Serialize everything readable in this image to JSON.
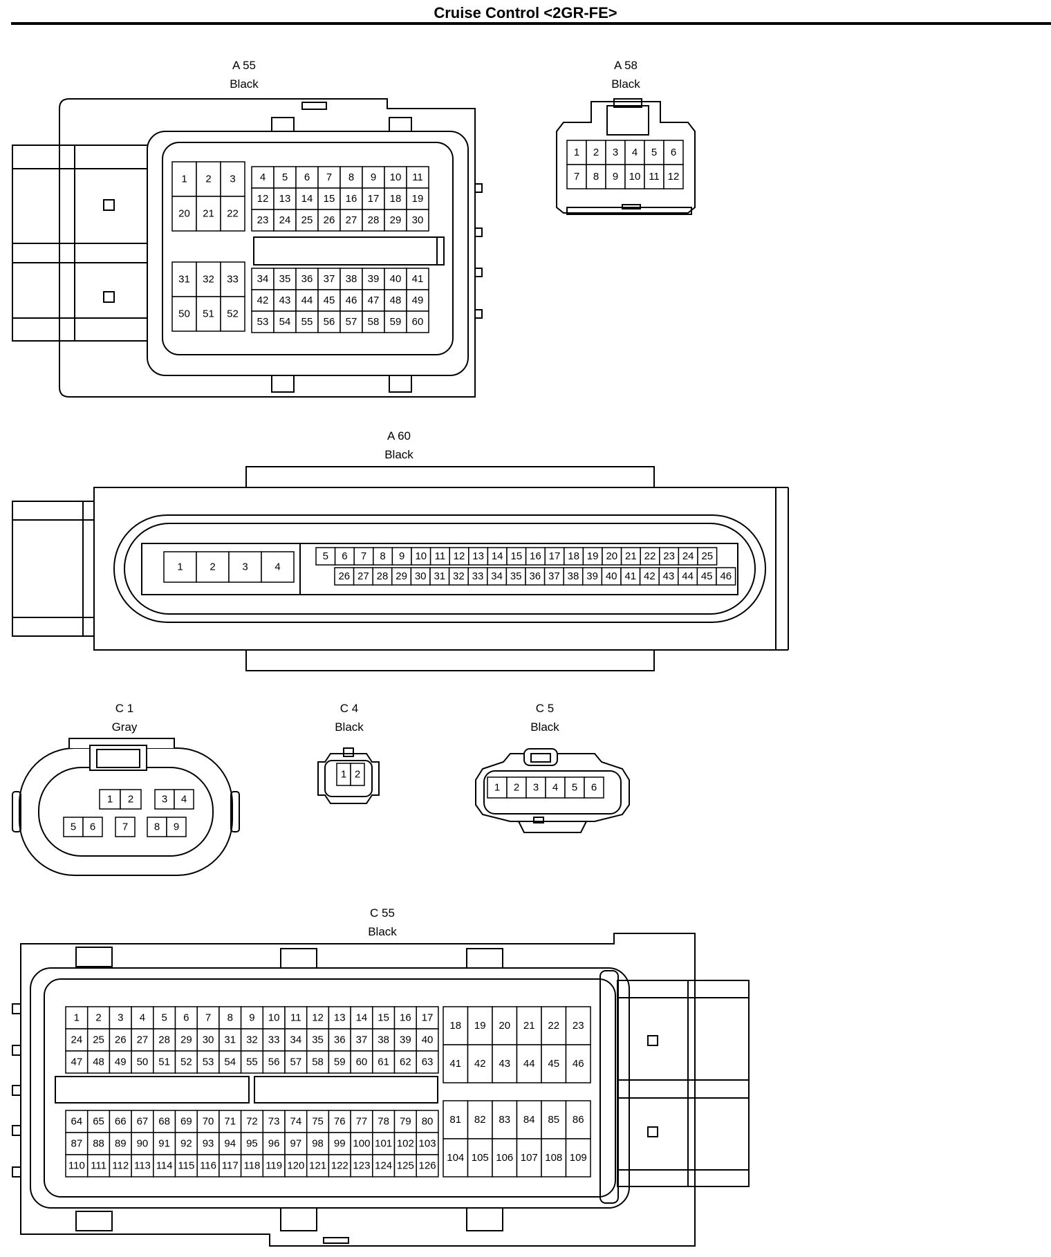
{
  "page": {
    "title": "Cruise Control <2GR-FE>"
  },
  "connectors": [
    {
      "id": "A 55",
      "color": "Black",
      "blocks": [
        {
          "rows": [
            [
              1,
              2,
              3
            ],
            [
              20,
              21,
              22
            ]
          ]
        },
        {
          "rows": [
            [
              4,
              5,
              6,
              7,
              8,
              9,
              10,
              11
            ],
            [
              12,
              13,
              14,
              15,
              16,
              17,
              18,
              19
            ],
            [
              23,
              24,
              25,
              26,
              27,
              28,
              29,
              30
            ]
          ]
        },
        {
          "rows": [
            [
              31,
              32,
              33
            ],
            [
              50,
              51,
              52
            ]
          ]
        },
        {
          "rows": [
            [
              34,
              35,
              36,
              37,
              38,
              39,
              40,
              41
            ],
            [
              42,
              43,
              44,
              45,
              46,
              47,
              48,
              49
            ],
            [
              53,
              54,
              55,
              56,
              57,
              58,
              59,
              60
            ]
          ]
        }
      ]
    },
    {
      "id": "A 58",
      "color": "Black",
      "blocks": [
        {
          "rows": [
            [
              1,
              2,
              3,
              4,
              5,
              6
            ],
            [
              7,
              8,
              9,
              10,
              11,
              12
            ]
          ]
        }
      ]
    },
    {
      "id": "A 60",
      "color": "Black",
      "blocks": [
        {
          "rows": [
            [
              1,
              2,
              3,
              4
            ]
          ]
        },
        {
          "rows": [
            [
              5,
              6,
              7,
              8,
              9,
              10,
              11,
              12,
              13,
              14,
              15,
              16,
              17,
              18,
              19,
              20,
              21,
              22,
              23,
              24,
              25
            ]
          ]
        },
        {
          "rows": [
            [
              26,
              27,
              28,
              29,
              30,
              31,
              32,
              33,
              34,
              35,
              36,
              37,
              38,
              39,
              40,
              41,
              42,
              43,
              44,
              45,
              46
            ]
          ]
        }
      ]
    },
    {
      "id": "C 1",
      "color": "Gray",
      "blocks": [
        {
          "rows": [
            [
              1,
              2
            ]
          ]
        },
        {
          "rows": [
            [
              3,
              4
            ]
          ]
        },
        {
          "rows": [
            [
              5,
              6
            ]
          ]
        },
        {
          "rows": [
            [
              7
            ]
          ]
        },
        {
          "rows": [
            [
              8,
              9
            ]
          ]
        }
      ]
    },
    {
      "id": "C 4",
      "color": "Black",
      "blocks": [
        {
          "rows": [
            [
              1,
              2
            ]
          ]
        }
      ]
    },
    {
      "id": "C 5",
      "color": "Black",
      "blocks": [
        {
          "rows": [
            [
              1,
              2,
              3,
              4,
              5,
              6
            ]
          ]
        }
      ]
    },
    {
      "id": "C 55",
      "color": "Black",
      "blocks": [
        {
          "rows": [
            [
              1,
              2,
              3,
              4,
              5,
              6,
              7,
              8,
              9,
              10,
              11,
              12,
              13,
              14,
              15,
              16,
              17
            ],
            [
              24,
              25,
              26,
              27,
              28,
              29,
              30,
              31,
              32,
              33,
              34,
              35,
              36,
              37,
              38,
              39,
              40
            ],
            [
              47,
              48,
              49,
              50,
              51,
              52,
              53,
              54,
              55,
              56,
              57,
              58,
              59,
              60,
              61,
              62,
              63
            ]
          ]
        },
        {
          "rows": [
            [
              18,
              19,
              20,
              21,
              22,
              23
            ],
            [
              41,
              42,
              43,
              44,
              45,
              46
            ]
          ]
        },
        {
          "rows": [
            [
              64,
              65,
              66,
              67,
              68,
              69,
              70,
              71,
              72,
              73,
              74,
              75,
              76,
              77,
              78,
              79,
              80
            ],
            [
              87,
              88,
              89,
              90,
              91,
              92,
              93,
              94,
              95,
              96,
              97,
              98,
              99,
              100,
              101,
              102,
              103
            ],
            [
              110,
              111,
              112,
              113,
              114,
              115,
              116,
              117,
              118,
              119,
              120,
              121,
              122,
              123,
              124,
              125,
              126
            ]
          ]
        },
        {
          "rows": [
            [
              81,
              82,
              83,
              84,
              85,
              86
            ],
            [
              104,
              105,
              106,
              107,
              108,
              109
            ]
          ]
        }
      ]
    }
  ]
}
